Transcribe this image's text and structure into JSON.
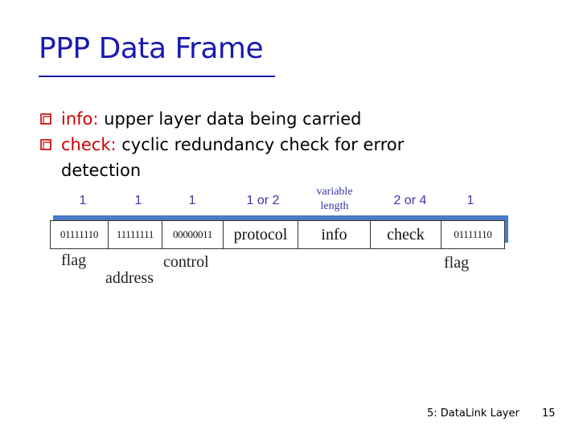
{
  "slide": {
    "title": "PPP Data Frame",
    "bullets": [
      {
        "term": "info:",
        "text": " upper layer data being carried"
      },
      {
        "term": "check:",
        "text": "  cyclic redundancy check for error",
        "cont": "detection"
      }
    ]
  },
  "frame": {
    "lengths": [
      "1",
      "1",
      "1",
      "1 or 2",
      "variable length",
      "2 or 4",
      "1"
    ],
    "fields": [
      "01111110",
      "11111111",
      "00000011",
      "protocol",
      "info",
      "check",
      "01111110"
    ],
    "labels_below": [
      "flag",
      "address",
      "control",
      "flag"
    ]
  },
  "colors": {
    "title": "#1a1ab0",
    "term": "#cc0000",
    "frame_shadow": "#4a7cc8",
    "length_text": "#3838a8"
  },
  "footer": {
    "text": "5: DataLink Layer",
    "page": "15"
  }
}
